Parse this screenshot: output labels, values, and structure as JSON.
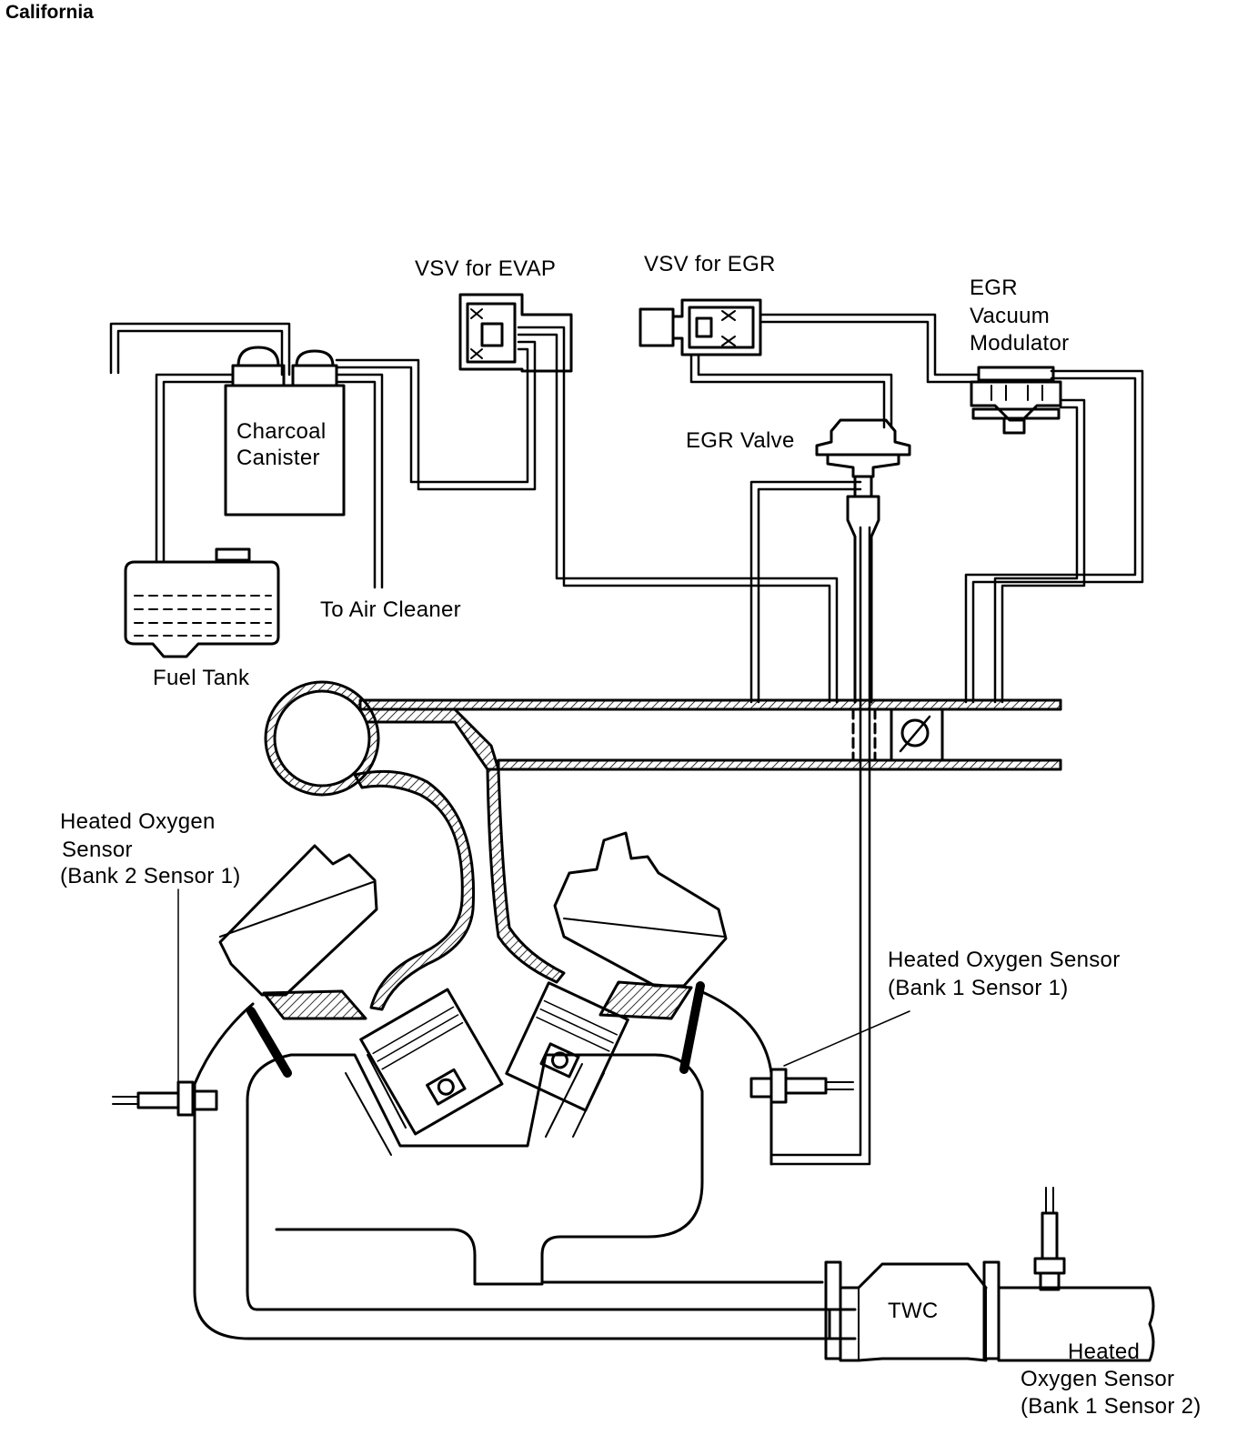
{
  "header": {
    "title": "California"
  },
  "labels": {
    "vsv_evap": "VSV  for EVAP",
    "vsv_egr": "VSV  for EGR",
    "egr_vacuum_modulator": [
      "EGR",
      "Vacuum",
      "Modulator"
    ],
    "charcoal_canister": [
      "Charcoal",
      "Canister"
    ],
    "egr_valve": "EGR Valve",
    "to_air_cleaner": "To Air Cleaner",
    "fuel_tank": "Fuel Tank",
    "hos_bank2_sensor1": [
      "Heated Oxygen",
      "Sensor",
      "(Bank 2 Sensor 1)"
    ],
    "hos_bank1_sensor1": [
      "Heated Oxygen Sensor",
      "(Bank 1 Sensor 1)"
    ],
    "twc": "TWC",
    "hos_bank1_sensor2": [
      "Heated",
      "Oxygen Sensor",
      "(Bank 1 Sensor 2)"
    ]
  }
}
